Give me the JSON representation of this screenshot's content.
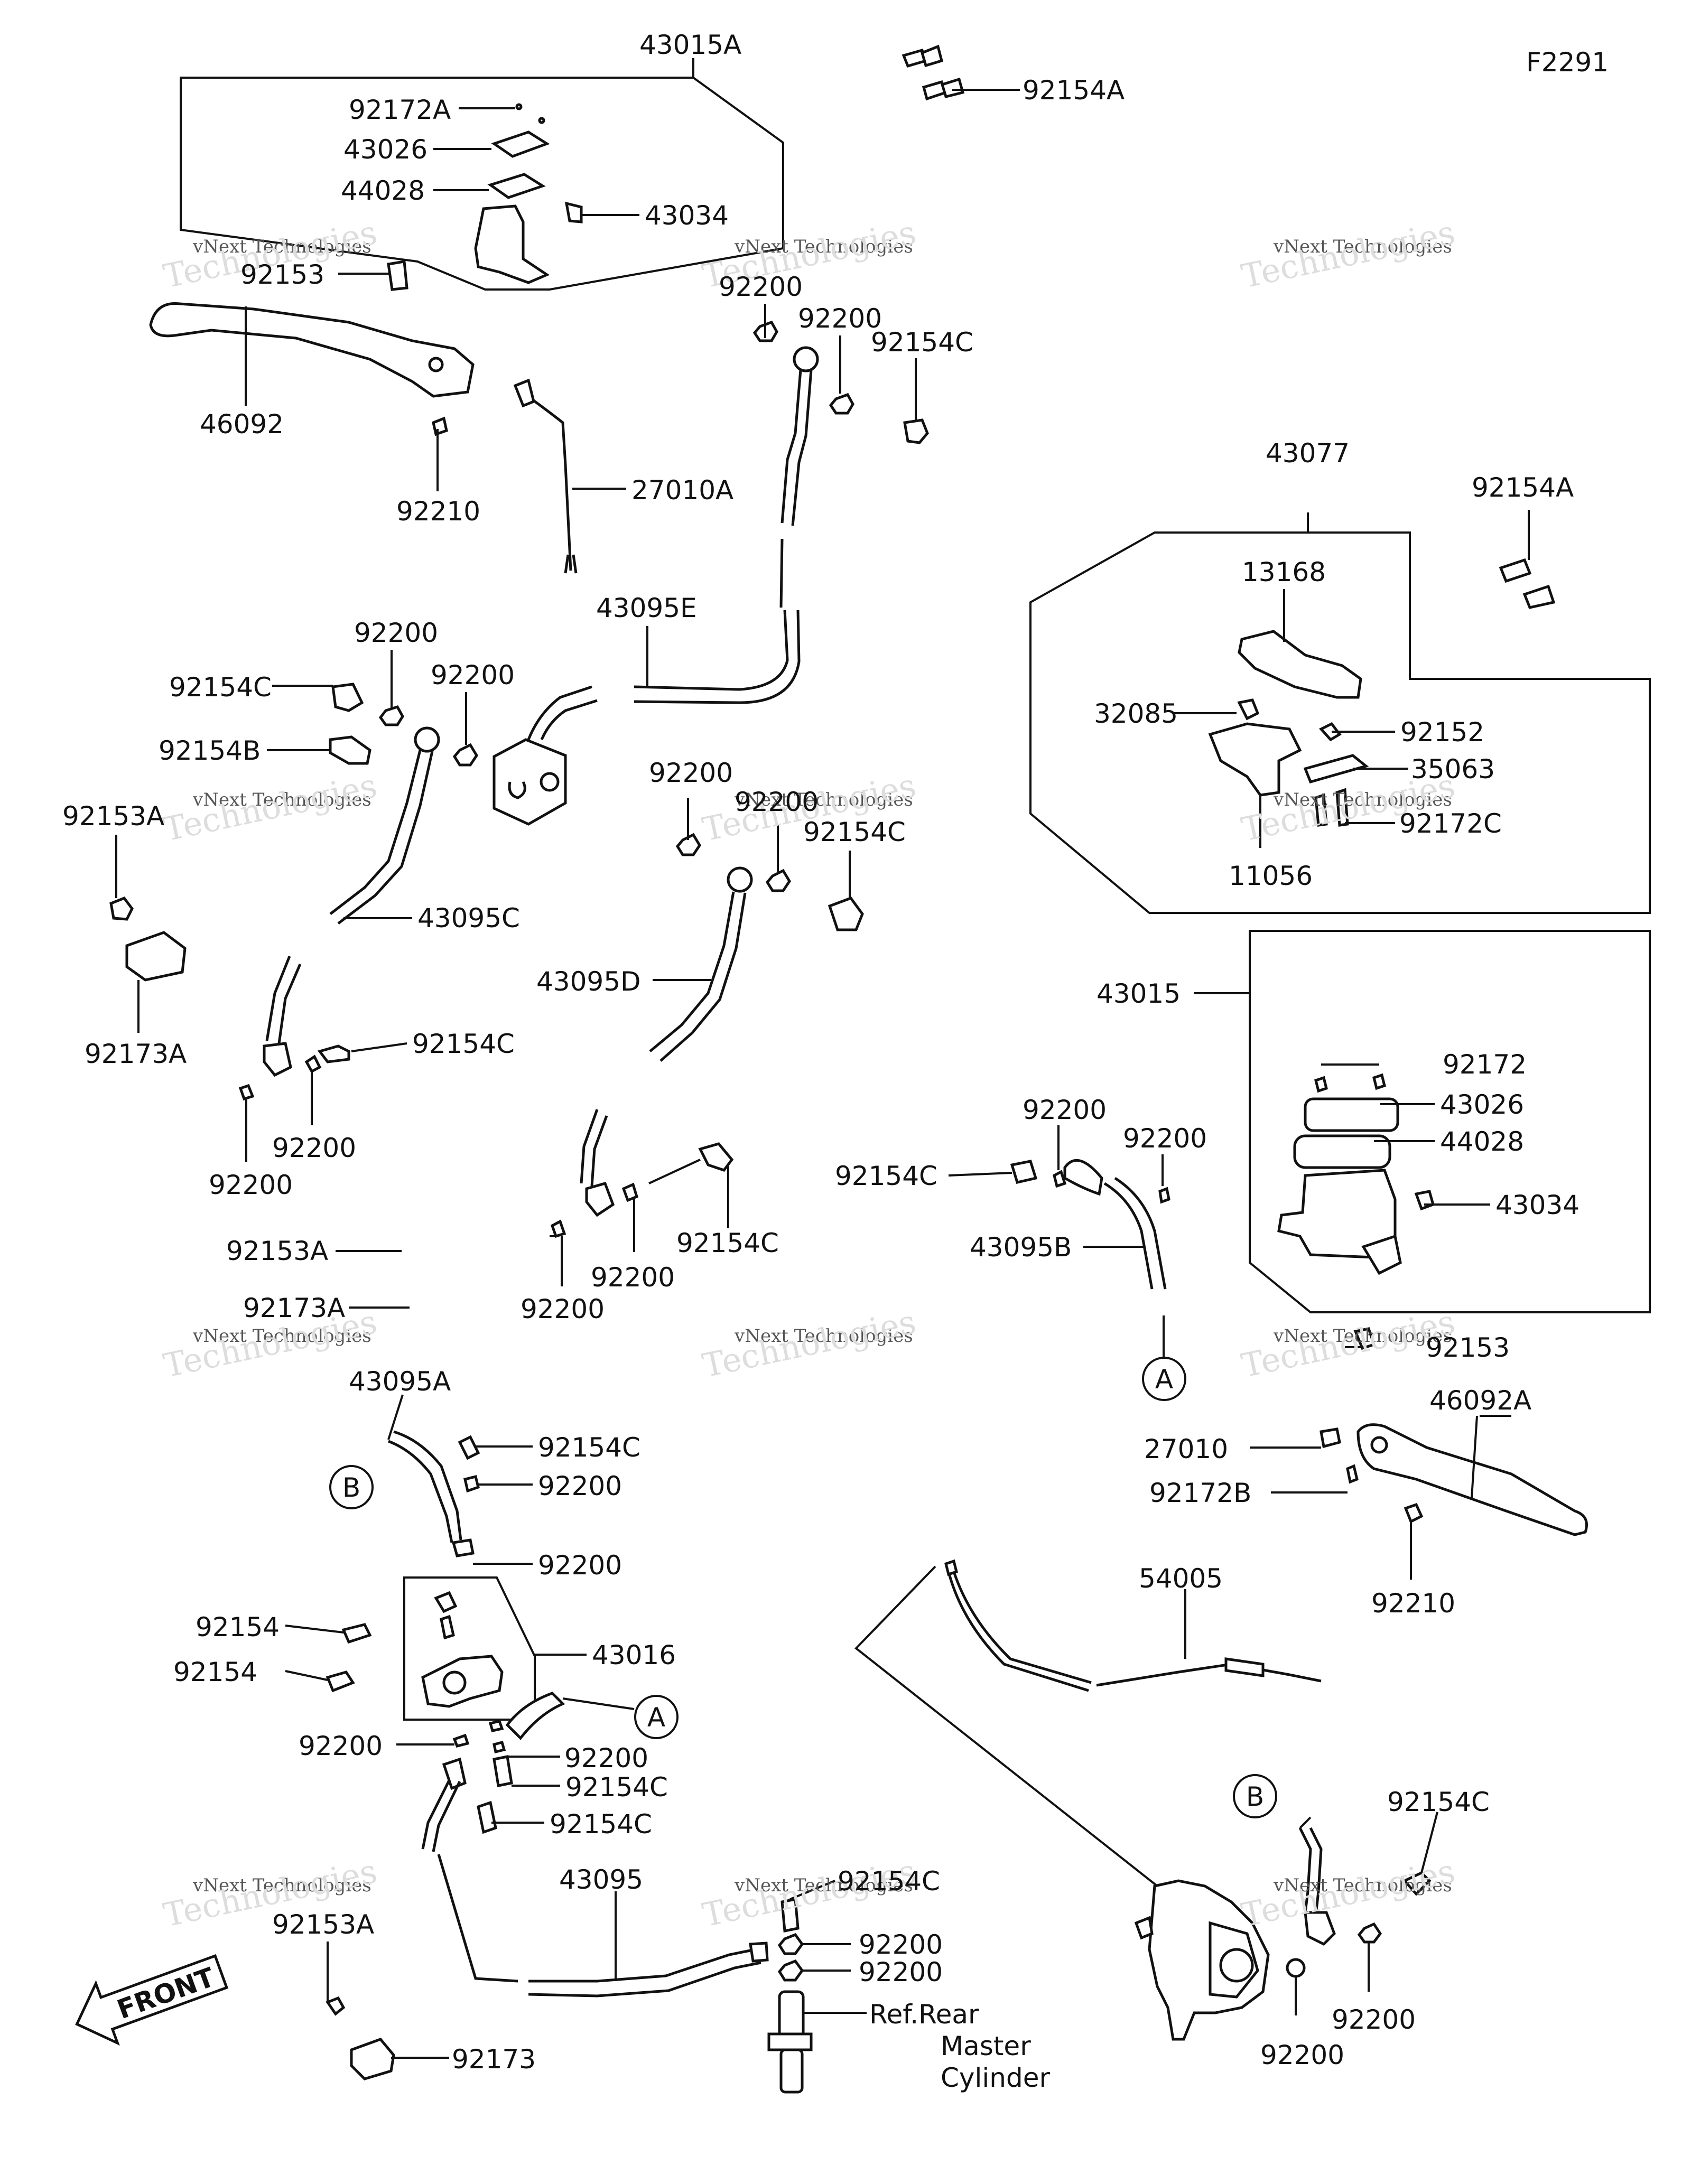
{
  "diagram_code": "F2291",
  "watermark": {
    "line1": "vNext Technologies",
    "line2": "Technologies"
  },
  "front_label": "FRONT",
  "ref_note": [
    "Ref.Rear",
    "Master",
    "Cylinder"
  ],
  "callouts": {
    "A": "A",
    "B": "B"
  },
  "labels": {
    "p43015A": "43015A",
    "p92154A_top": "92154A",
    "p92172A": "92172A",
    "p43026_top": "43026",
    "p44028_top": "44028",
    "p43034_top": "43034",
    "p92153_left": "92153",
    "p46092": "46092",
    "p92210_left": "92210",
    "p27010A": "27010A",
    "p92200_a": "92200",
    "p92200_b": "92200",
    "p92154C_a": "92154C",
    "p43077": "43077",
    "p92154A_right": "92154A",
    "p13168": "13168",
    "p32085": "32085",
    "p92152": "92152",
    "p35063": "35063",
    "p92172C": "92172C",
    "p11056": "11056",
    "p43095E": "43095E",
    "p92200_c": "92200",
    "p92200_d": "92200",
    "p92154C_b": "92154C",
    "p92154B": "92154B",
    "p92153A_a": "92153A",
    "p92200_e": "92200",
    "p92200_f": "92200",
    "p92154C_c": "92154C",
    "p43095C": "43095C",
    "p43095D": "43095D",
    "p92173A_a": "92173A",
    "p92154C_d": "92154C",
    "p92200_g": "92200",
    "p92200_h": "92200",
    "p43015": "43015",
    "p92172": "92172",
    "p43026": "43026",
    "p44028": "44028",
    "p43034": "43034",
    "p92200_i": "92200",
    "p92200_j": "92200",
    "p92154C_e": "92154C",
    "p43095B": "43095B",
    "p92154C_f": "92154C",
    "p92200_k": "92200",
    "p92200_l": "92200",
    "p92153A_b": "92153A",
    "p92173A_b": "92173A",
    "p43095A": "43095A",
    "p92153_right": "92153",
    "p46092A": "46092A",
    "p27010": "27010",
    "p92172B": "92172B",
    "p92210_right": "92210",
    "p92154C_g": "92154C",
    "p92200_m": "92200",
    "p92200_n": "92200",
    "p92154_a": "92154",
    "p43016": "43016",
    "p92154_b": "92154",
    "p92200_o": "92200",
    "p92200_p": "92200",
    "p92154C_h": "92154C",
    "p92154C_i": "92154C",
    "p54005": "54005",
    "p92154C_j": "92154C",
    "p43095": "43095",
    "p92154C_k": "92154C",
    "p92200_q": "92200",
    "p92200_r": "92200",
    "p92153A_c": "92153A",
    "p92173": "92173",
    "p92200_s": "92200",
    "p92200_t": "92200"
  }
}
